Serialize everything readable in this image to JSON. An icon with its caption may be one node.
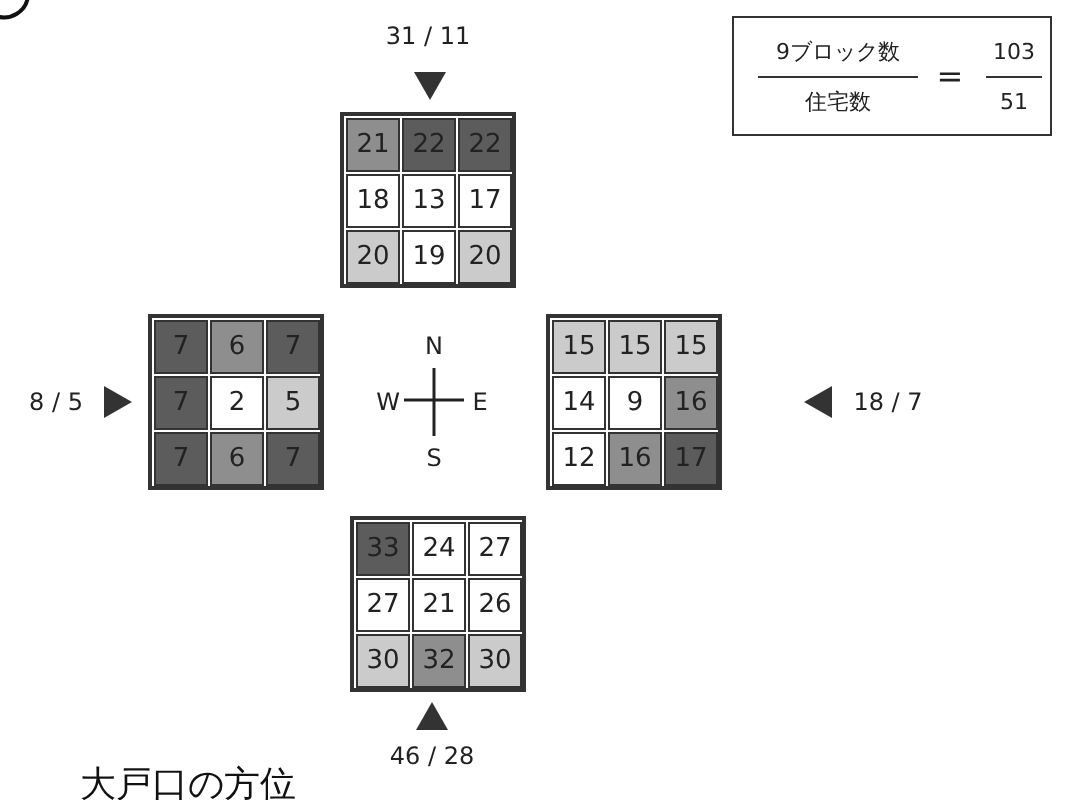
{
  "diagram": {
    "caption": "大戸口の方位",
    "labels": [
      "31 / 11",
      "9ブロック数",
      "=",
      "103",
      "住宅数",
      "51",
      "21",
      "22",
      "22",
      "18",
      "13",
      "17",
      "20",
      "19",
      "20",
      "N",
      "8 / 5",
      "7",
      "6",
      "7",
      "7",
      "2",
      "5",
      "7",
      "6",
      "7",
      "W",
      "E",
      "15",
      "15",
      "15",
      "14",
      "9",
      "16",
      "12",
      "16",
      "17",
      "18 / 7",
      "S",
      "33",
      "24",
      "27",
      "27",
      "21",
      "26",
      "30",
      "32",
      "30",
      "46 / 28"
    ]
  }
}
